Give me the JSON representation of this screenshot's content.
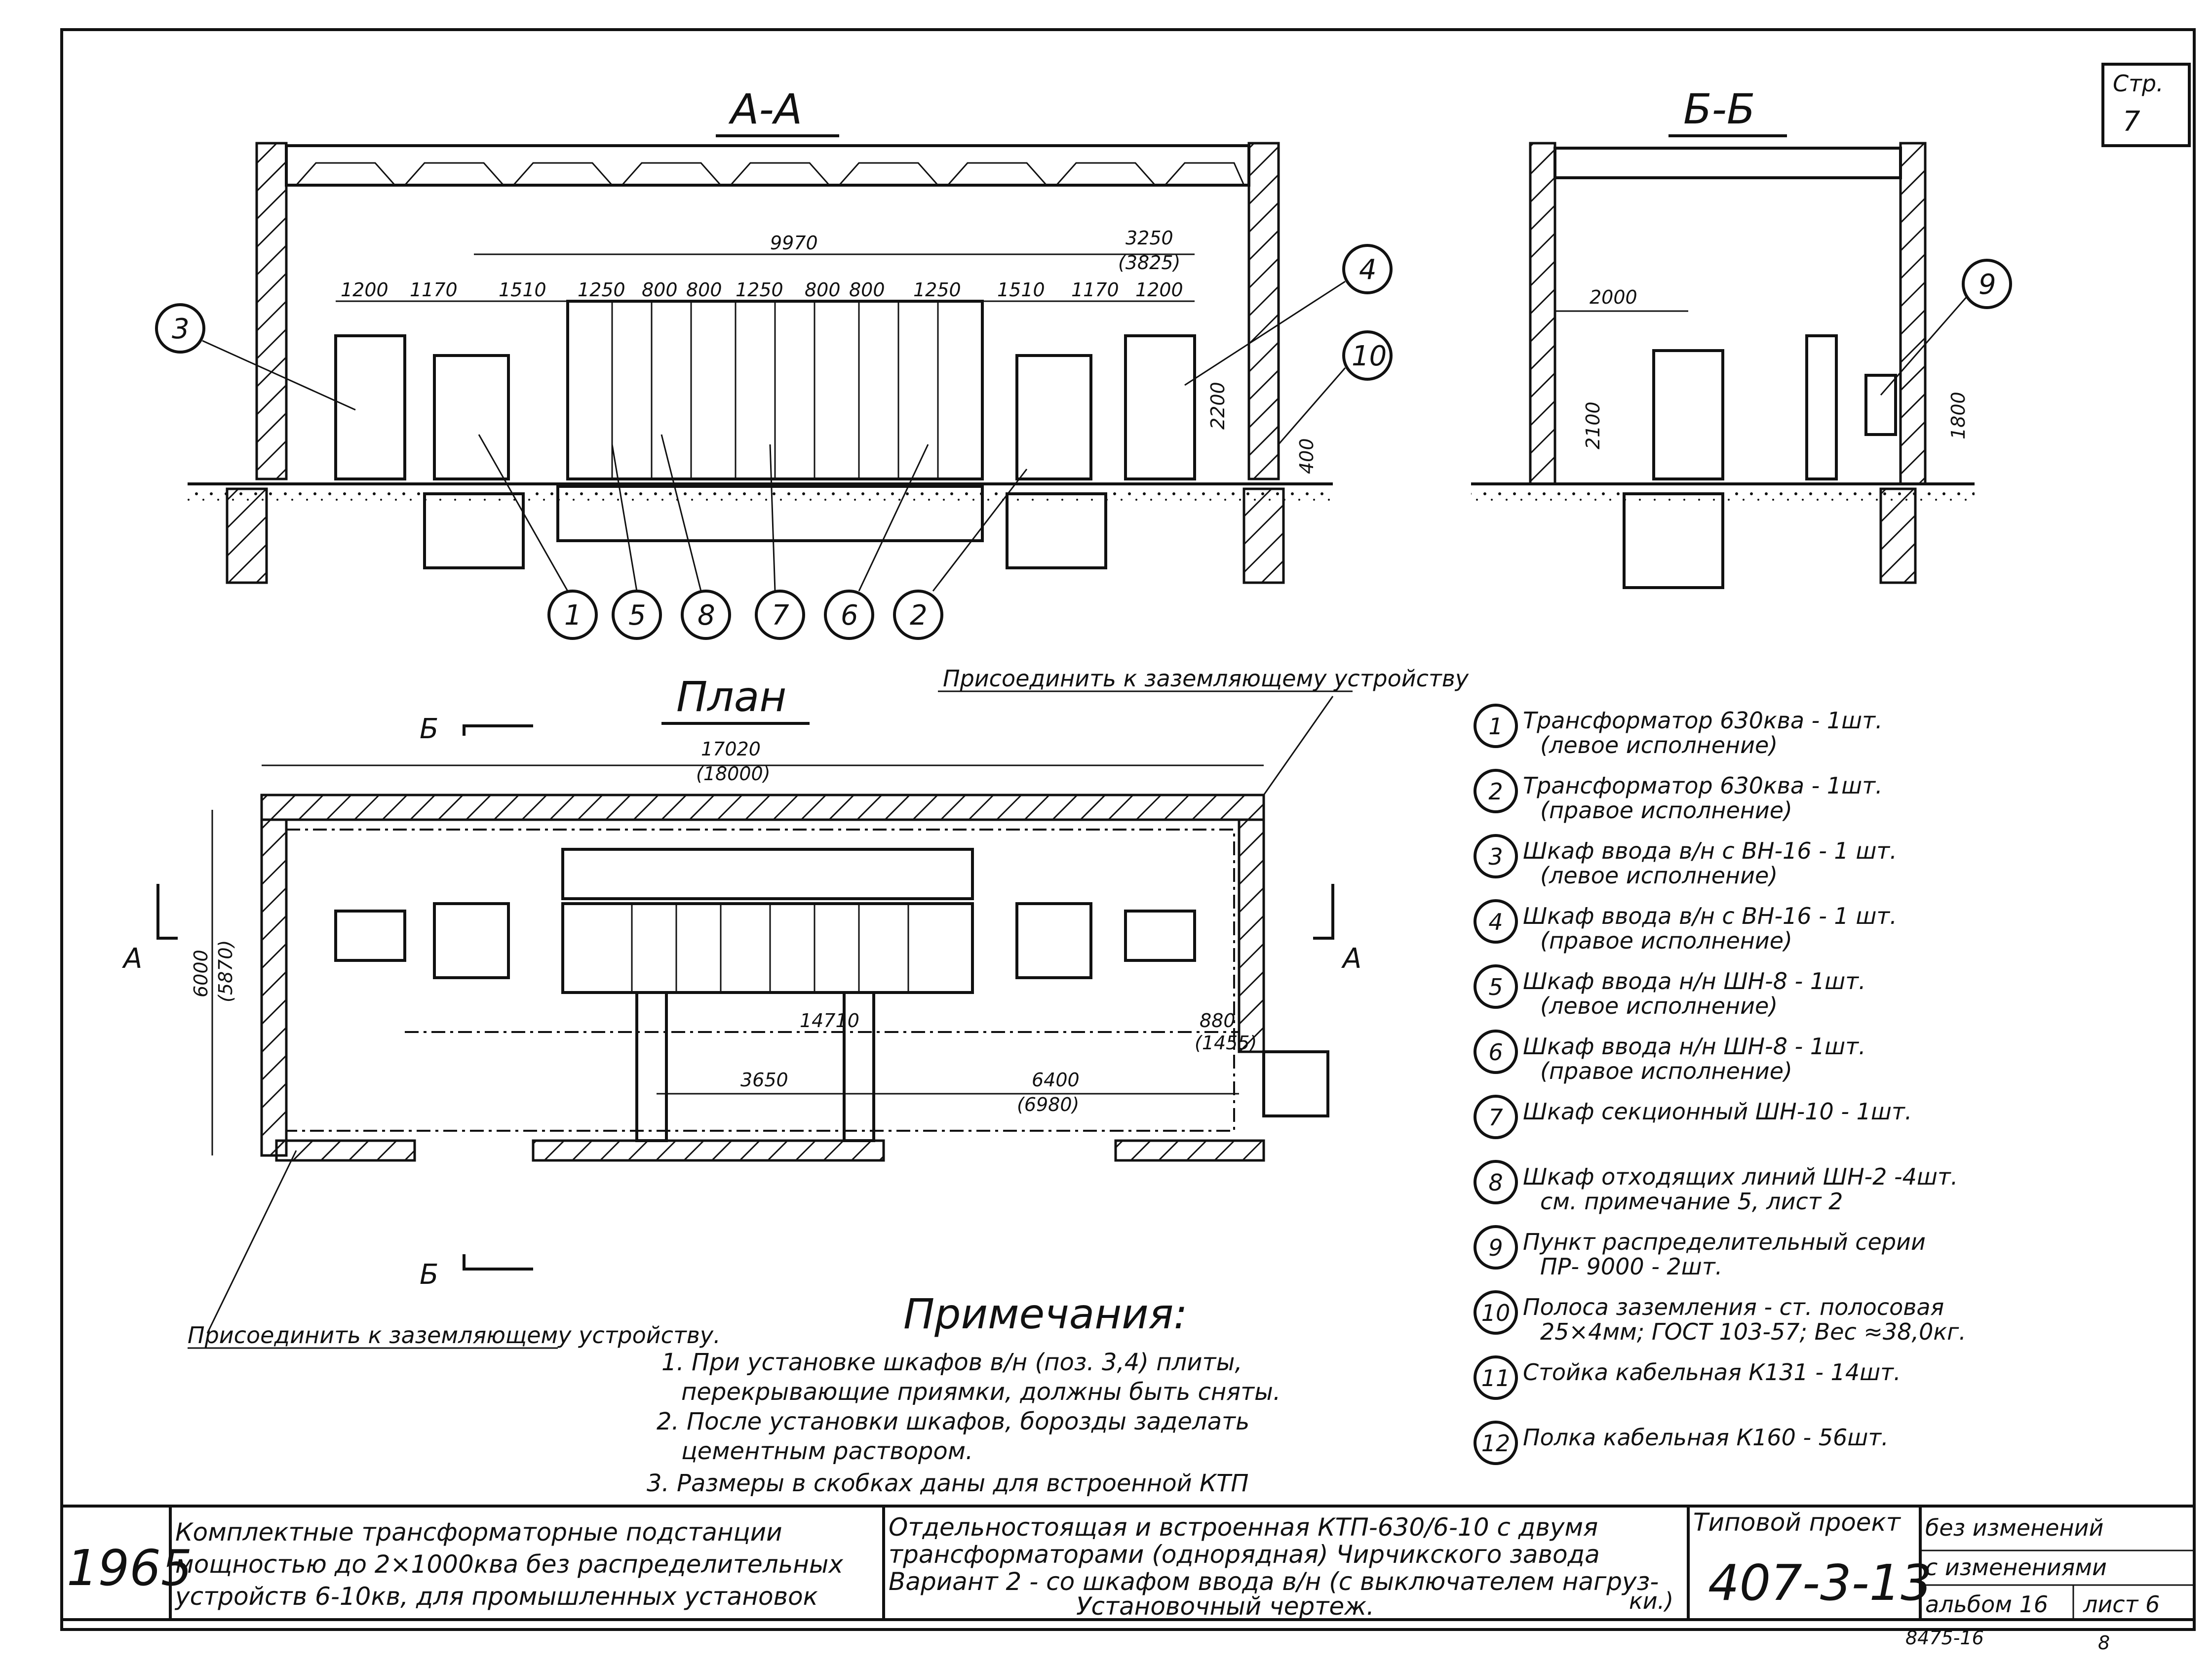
{
  "sheet": {
    "page_label": "Стр.",
    "page_number": "7",
    "bottom_number": "8475-16",
    "bottom_page": "8"
  },
  "section_aa": {
    "title": "А-А",
    "dims_top": [
      "9970",
      "3250",
      "(3825)"
    ],
    "dims_row": [
      "1200",
      "1170",
      "1510",
      "1250",
      "800",
      "800",
      "1250",
      "800",
      "800",
      "1250",
      "1510",
      "1170",
      "1200"
    ],
    "dim_height": "2200",
    "dim_small": "400",
    "callouts": [
      "3",
      "4",
      "10",
      "1",
      "5",
      "8",
      "7",
      "6",
      "2"
    ]
  },
  "section_bb": {
    "title": "Б-Б",
    "dim_width": "2000",
    "dim_height_left": "2100",
    "dim_height_right": "1800",
    "callout": "9"
  },
  "plan": {
    "title": "План",
    "connect_label_top": "Присоединить к заземляющему устройству",
    "connect_label_bottom": "Присоединить к заземляющему устройству.",
    "dim_total": "17020",
    "dim_total_alt": "(18000)",
    "dim_depth": "6000",
    "dim_depth_alt": "(5870)",
    "dim_inner": "14710",
    "dim_side": "880",
    "dim_side_alt": "(1455)",
    "dim_left": "3650",
    "dim_right": "6400",
    "dim_right_alt": "(6980)",
    "cut_b": "Б",
    "cut_a": "А"
  },
  "legend": [
    {
      "num": "1",
      "text": "Трансформатор 630ква - 1шт.",
      "sub": "(левое исполнение)"
    },
    {
      "num": "2",
      "text": "Трансформатор 630ква - 1шт.",
      "sub": "(правое исполнение)"
    },
    {
      "num": "3",
      "text": "Шкаф ввода в/н с ВН-16 - 1 шт.",
      "sub": "(левое исполнение)"
    },
    {
      "num": "4",
      "text": "Шкаф ввода в/н с ВН-16 - 1 шт.",
      "sub": "(правое исполнение)"
    },
    {
      "num": "5",
      "text": "Шкаф ввода н/н ШН-8 - 1шт.",
      "sub": "(левое исполнение)"
    },
    {
      "num": "6",
      "text": "Шкаф ввода н/н ШН-8 - 1шт.",
      "sub": "(правое исполнение)"
    },
    {
      "num": "7",
      "text": "Шкаф секционный ШН-10 - 1шт.",
      "sub": ""
    },
    {
      "num": "8",
      "text": "Шкаф отходящих линий ШН-2 -4шт.",
      "sub": "см. примечание 5, лист 2"
    },
    {
      "num": "9",
      "text": "Пункт распределительный серии",
      "sub": "ПР- 9000 - 2шт."
    },
    {
      "num": "10",
      "text": "Полоса заземления - ст. полосовая",
      "sub": "25×4мм; ГОСТ 103-57;  Вес ≈38,0кг."
    },
    {
      "num": "11",
      "text": "Стойка кабельная К131 - 14шт.",
      "sub": ""
    },
    {
      "num": "12",
      "text": "Полка кабельная  К160 - 56шт.",
      "sub": ""
    }
  ],
  "notes": {
    "title": "Примечания:",
    "lines": [
      "1. При установке шкафов в/н (поз. 3,4) плиты,",
      "перекрывающие приямки, должны быть сняты.",
      "2. После установки шкафов, борозды заделать",
      "цементным раствором.",
      "3. Размеры в скобках даны для встроенной КТП"
    ]
  },
  "title_block": {
    "year": "1965",
    "series_lines": [
      "Комплектные трансформаторные подстанции",
      "мощностью до 2×1000ква без распределительных",
      "устройств 6-10кв, для промышленных установок"
    ],
    "title_lines": [
      "Отдельностоящая и встроенная КТП-630/6-10 с двумя",
      "трансформаторами (однорядная) Чирчикского завода",
      "Вариант 2 - со шкафом ввода в/н (с выключателем нагруз-",
      "Установочный чертеж.",
      "ки.)"
    ],
    "project_label": "Типовой проект",
    "project_number": "407-3-13",
    "without_changes": "без изменений",
    "with_changes": "с изменениями",
    "album": "альбом 16",
    "sheet": "лист 6"
  }
}
